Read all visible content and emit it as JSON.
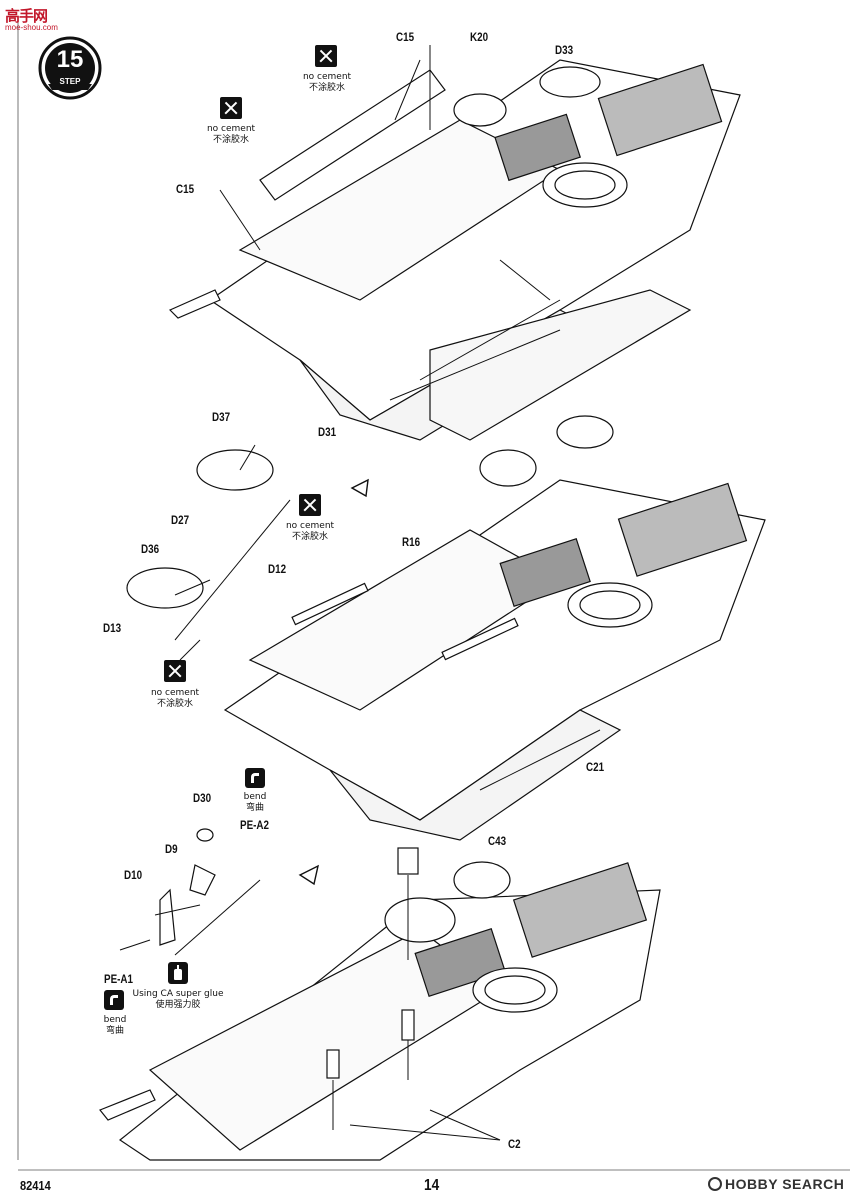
{
  "watermark": {
    "chars": "高手网",
    "sub": "moe-shou.com"
  },
  "step": {
    "number": "15",
    "word": "STEP"
  },
  "parts": {
    "C15_top": "C15",
    "C15_left": "C15",
    "K20": "K20",
    "D33": "D33",
    "D37": "D37",
    "D31": "D31",
    "D27": "D27",
    "D36": "D36",
    "R16": "R16",
    "D12": "D12",
    "D13": "D13",
    "C21": "C21",
    "C43": "C43",
    "D30": "D30",
    "D9": "D9",
    "D10": "D10",
    "PE_A2": "PE-A2",
    "PE_A1": "PE-A1",
    "C2": "C2"
  },
  "notes": {
    "no_cement_en": "no cement",
    "no_cement_zh": "不涂胶水",
    "bend_en": "bend",
    "bend_zh": "弯曲",
    "glue_en": "Using CA super glue",
    "glue_zh": "使用强力胶"
  },
  "footer": {
    "code": "82414",
    "page": "14",
    "brand": "HOBBY SEARCH"
  }
}
